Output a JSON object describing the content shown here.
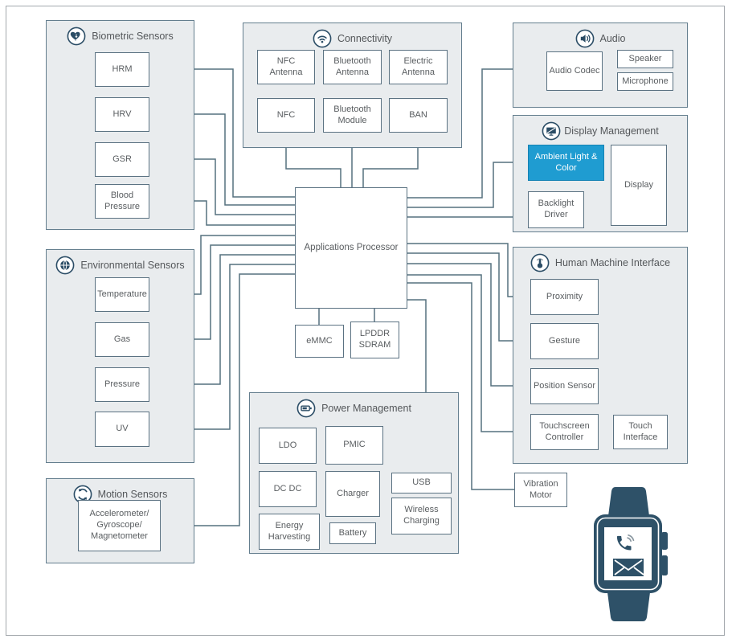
{
  "groups": {
    "biometric": {
      "title": "Biometric Sensors",
      "items": {
        "hrm": "HRM",
        "hrv": "HRV",
        "gsr": "GSR",
        "blood_pressure": "Blood Pressure"
      }
    },
    "connectivity": {
      "title": "Connectivity",
      "items": {
        "nfc_antenna": "NFC Antenna",
        "bluetooth_antenna": "Bluetooth Antenna",
        "electric_antenna": "Electric Antenna",
        "nfc": "NFC",
        "bluetooth_module": "Bluetooth Module",
        "ban": "BAN"
      }
    },
    "audio": {
      "title": "Audio",
      "items": {
        "audio_codec": "Audio Codec",
        "speaker": "Speaker",
        "microphone": "Microphone"
      }
    },
    "display_management": {
      "title": "Display Management",
      "items": {
        "ambient_light_color": "Ambient Light & Color",
        "display": "Display",
        "backlight_driver": "Backlight Driver"
      }
    },
    "environmental": {
      "title": "Environmental Sensors",
      "items": {
        "temperature": "Temperature",
        "gas": "Gas",
        "pressure": "Pressure",
        "uv": "UV"
      }
    },
    "hmi": {
      "title": "Human Machine Interface",
      "items": {
        "proximity": "Proximity",
        "gesture": "Gesture",
        "position_sensor": "Position Sensor",
        "touchscreen_controller": "Touchscreen Controller",
        "touch_interface": "Touch Interface"
      }
    },
    "motion": {
      "title": "Motion Sensors",
      "items": {
        "imu": "Accelerometer/ Gyroscope/ Magnetometer"
      }
    },
    "power": {
      "title": "Power Management",
      "items": {
        "ldo": "LDO",
        "pmic": "PMIC",
        "dc_dc": "DC DC",
        "charger": "Charger",
        "usb": "USB",
        "battery": "Battery",
        "wireless_charging": "Wireless Charging",
        "energy_harvesting": "Energy Harvesting"
      }
    }
  },
  "core": {
    "applications_processor": "Applications Processor",
    "emmc": "eMMC",
    "lpddr_sdram": "LPDDR SDRAM",
    "vibration_motor": "Vibration Motor"
  },
  "colors": {
    "highlight_fill": "#1f9cd1",
    "highlight_border": "#1683b4",
    "line": "#55707f",
    "group_fill": "#e9ecee",
    "group_border": "#647e8e",
    "icon_navy": "#2b4d66",
    "text": "#595d60"
  }
}
